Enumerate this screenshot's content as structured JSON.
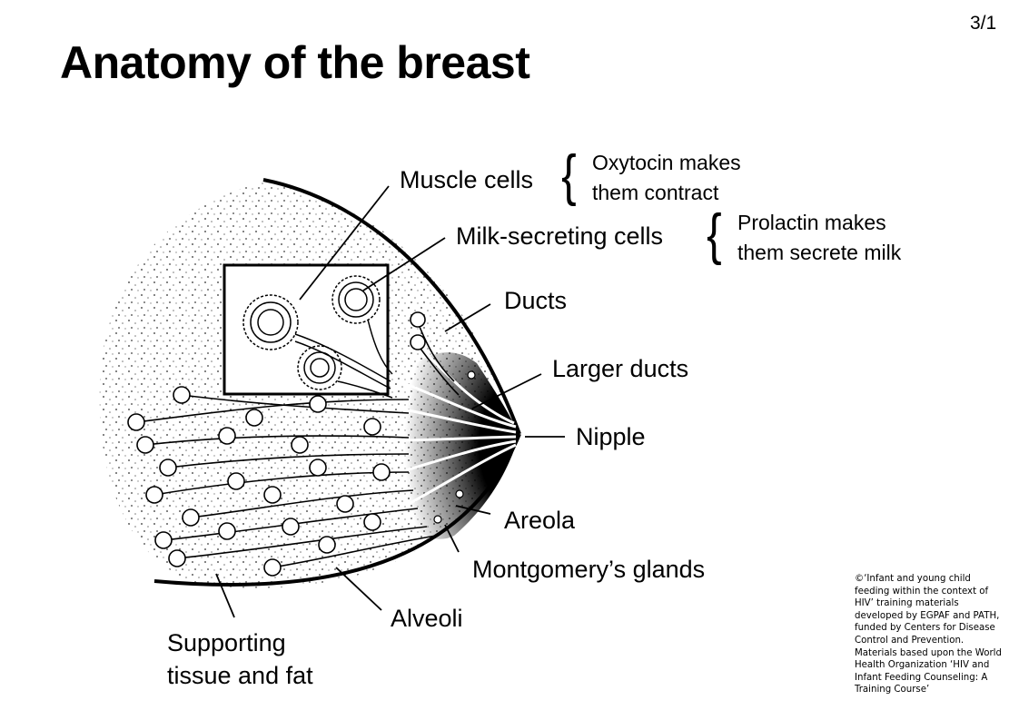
{
  "slide": {
    "number": "3/1",
    "title": "Anatomy of the breast"
  },
  "labels": {
    "muscle_cells": "Muscle cells",
    "muscle_note_line1": "Oxytocin makes",
    "muscle_note_line2": "them contract",
    "milk_cells": "Milk-secreting cells",
    "milk_note_line1": "Prolactin makes",
    "milk_note_line2": "them secrete milk",
    "ducts": "Ducts",
    "larger_ducts": "Larger ducts",
    "nipple": "Nipple",
    "areola": "Areola",
    "montgomery": "Montgomery’s glands",
    "alveoli": "Alveoli",
    "supporting_line1": "Supporting",
    "supporting_line2": "tissue and fat",
    "brace_glyph": "{"
  },
  "credit": "©‘Infant and young child\nfeeding within the context of\nHIV’ training materials\ndeveloped by EGPAF and PATH,\nfunded by Centers for Disease\nControl and Prevention.\nMaterials based upon the World\nHealth Organization ‘HIV and\nInfant Feeding Counseling: A\nTraining Course’"
}
